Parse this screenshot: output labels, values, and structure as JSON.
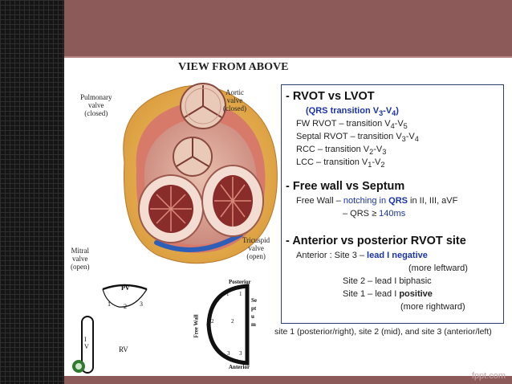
{
  "slide": {
    "view_title": "VIEW FROM ABOVE",
    "anatomy_labels": {
      "pulmonary": "Pulmonary valve (closed)",
      "pulmonary_1": "Pulmonary",
      "pulmonary_2": "valve",
      "pulmonary_3": "(closed)",
      "aortic_1": "Aortic",
      "aortic_2": "valve",
      "aortic_3": "(closed)",
      "mitral_1": "Mitral",
      "mitral_2": "valve",
      "mitral_3": "(open)",
      "tricuspid_1": "Tricuspid",
      "tricuspid_2": "valve",
      "tricuspid_3": "(open)"
    },
    "rvot_lvot": {
      "heading": "- RVOT vs LVOT",
      "line1_pre": "(",
      "line1_bold": "QRS transition V",
      "line1_sub1": "3",
      "line1_dash": "-V",
      "line1_sub2": "4",
      "line1_post": ")",
      "fw_text": "FW RVOT – transition V",
      "fw_s1": "4",
      "fw_mid": "-V",
      "fw_s2": "5",
      "septal_text": "Septal RVOT – transition V",
      "septal_s1": "3",
      "septal_mid": "-V",
      "septal_s2": "4",
      "rcc_text": "RCC – transition V",
      "rcc_s1": "2",
      "rcc_mid": "-V",
      "rcc_s2": "3",
      "lcc_text": "LCC – transition V",
      "lcc_s1": "1",
      "lcc_mid": "-V",
      "lcc_s2": "2"
    },
    "freewall_septum": {
      "heading": "- Free wall vs Septum",
      "fw_pre": "Free Wall – ",
      "fw_blue": "notching in ",
      "fw_bold": "QRS",
      "fw_post": " in II, III, aVF",
      "qrs_pre": "– QRS ≥ ",
      "qrs_blue": "140ms"
    },
    "ant_post": {
      "heading": "- Anterior vs posterior RVOT site",
      "anterior_pre": "Anterior :  Site 3 – ",
      "anterior_bold": "lead I negative",
      "anterior_note": "(more leftward)",
      "site2": "Site 2 – lead I biphasic",
      "site1_pre": "Site 1 – lead I ",
      "site1_bold": "positive",
      "site1_note": "(more rightward)"
    },
    "sites_note": "site 1 (posterior/right), site 2 (mid), and site 3 (anterior/left)",
    "diagram_left": {
      "pv": "PV",
      "n1": "1",
      "n2": "2",
      "n3": "3",
      "iv": "I\nV",
      "rv": "RV"
    },
    "diagram_right": {
      "posterior": "Posterior",
      "anterior": "Anterior",
      "free_wall": "Free Wall",
      "septum": "Septum",
      "n1a": "1",
      "n1b": "1",
      "n2a": "2",
      "n2b": "2",
      "n3a": "3",
      "n3b": "3"
    }
  },
  "watermark": "fppt.com",
  "colors": {
    "header": "#8d5a5a",
    "box_border": "#2a3f7a",
    "highlight_blue": "#1a33a8"
  }
}
